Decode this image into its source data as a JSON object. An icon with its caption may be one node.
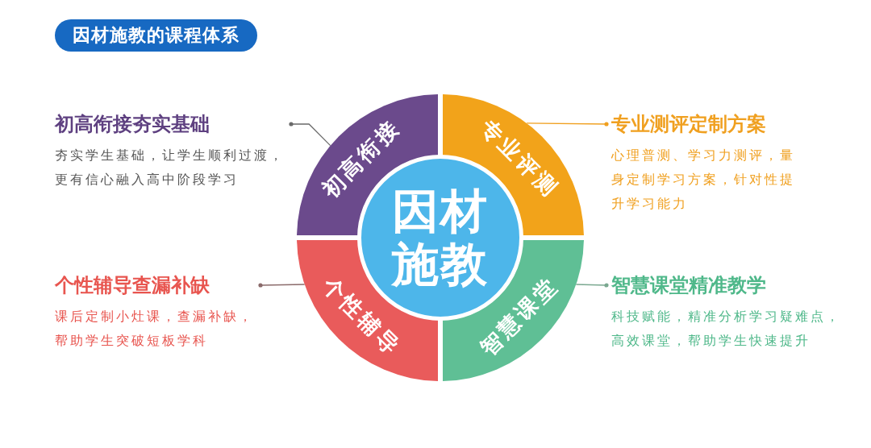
{
  "diagram": {
    "title": "因材施教的课程体系",
    "nodes": [
      {
        "text": [
          "因材施教"
        ]
      },
      {
        "text": [
          "初高衔接"
        ]
      },
      {
        "text": [
          "专业评测"
        ]
      },
      {
        "text": [
          "个性辅导"
        ]
      },
      {
        "text": [
          "智慧课堂"
        ]
      },
      {
        "text": [
          "初高衔接夯实基础",
          "夯实学生基础，让学生顺利过渡，更有信心融入高中阶段学习"
        ]
      },
      {
        "text": [
          "专业测评定制方案",
          "心理普测、学习力测评，量身定制学习方案，针对性提升学习能力"
        ]
      },
      {
        "text": [
          "个性辅导查漏补缺",
          "课后定制小灶课，查漏补缺，帮助学生突破短板学科"
        ]
      },
      {
        "text": [
          "智慧课堂精准教学",
          "科技赋能，精准分析学习疑难点，高效课堂，帮助学生快速提升"
        ]
      }
    ],
    "edges": [
      {
        "from": 5,
        "to": 1,
        "arrow": "other",
        "color": "#6a6a6a"
      },
      {
        "from": 6,
        "to": 2,
        "arrow": "other",
        "color": "#f0a020"
      },
      {
        "from": 7,
        "to": 3,
        "arrow": "other",
        "color": "#8a6a6a"
      },
      {
        "from": 8,
        "to": 4,
        "arrow": "other",
        "color": "#7aa890"
      }
    ]
  }
}
